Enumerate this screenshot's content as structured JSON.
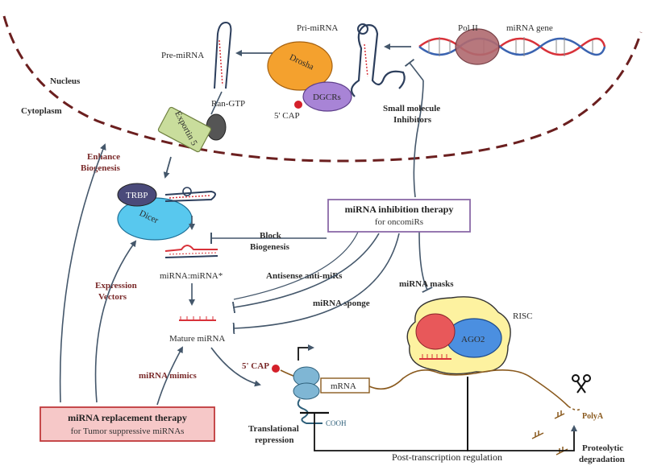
{
  "labels": {
    "nucleus": "Nucleus",
    "cytoplasm": "Cytoplasm",
    "pri_mirna": "Pri-miRNA",
    "pre_mirna": "Pre-miRNA",
    "pol2": "Pol II",
    "mirna_gene": "miRNA gene",
    "drosha": "Drosha",
    "dgcrs": "DGCRs",
    "cap_top": "5' CAP",
    "ran_gtp": "Ran-GTP",
    "exportin": "Exportin 5",
    "small_molecule_1": "Small molecule",
    "small_molecule_2": "Inhibitors",
    "enhance_1": "Enhance",
    "enhance_2": "Biogenesis",
    "trbp": "TRBP",
    "dicer": "Dicer",
    "block_1": "Block",
    "block_2": "Biogenesis",
    "duplex": "miRNA:miRNA*",
    "antisense": "Antisense anti-miRs",
    "expression_1": "Expression",
    "expression_2": "Vectors",
    "sponge": "miRNA sponge",
    "masks": "miRNA masks",
    "mature": "Mature miRNA",
    "risc": "RISC",
    "ago2": "AGO2",
    "mimics": "miRNA mimics",
    "cap_bottom": "5' CAP",
    "mrna": "mRNA",
    "cooh": "COOH",
    "polya": "PolyA",
    "translational_1": "Translational",
    "translational_2": "repression",
    "post_transcription": "Post-transcription regulation",
    "proteolytic_1": "Proteolytic",
    "proteolytic_2": "degradation"
  },
  "inhibition_box": {
    "title": "miRNA inhibition therapy",
    "subtitle": "for oncomiRs"
  },
  "replacement_box": {
    "title": "miRNA replacement therapy",
    "subtitle": "for Tumor suppressive miRNAs"
  },
  "colors": {
    "arrow": "#44576b",
    "nuclear_membrane": "#6b1f1f",
    "drosha": "#f4a12e",
    "dgcrs": "#a884d6",
    "exportin": "#c9dd9c",
    "trbp": "#4a4a7a",
    "dicer": "#58c8ee",
    "risc": "#fdf2a0",
    "ago2": "#4b8fe0",
    "red_protein": "#e8585a",
    "inhibition_box_border": "#8a6aa8",
    "replacement_box_fill": "#f6c8c8",
    "replacement_box_border": "#c0393b",
    "rna_red": "#d8323a",
    "rna_blue": "#3a63b0"
  }
}
